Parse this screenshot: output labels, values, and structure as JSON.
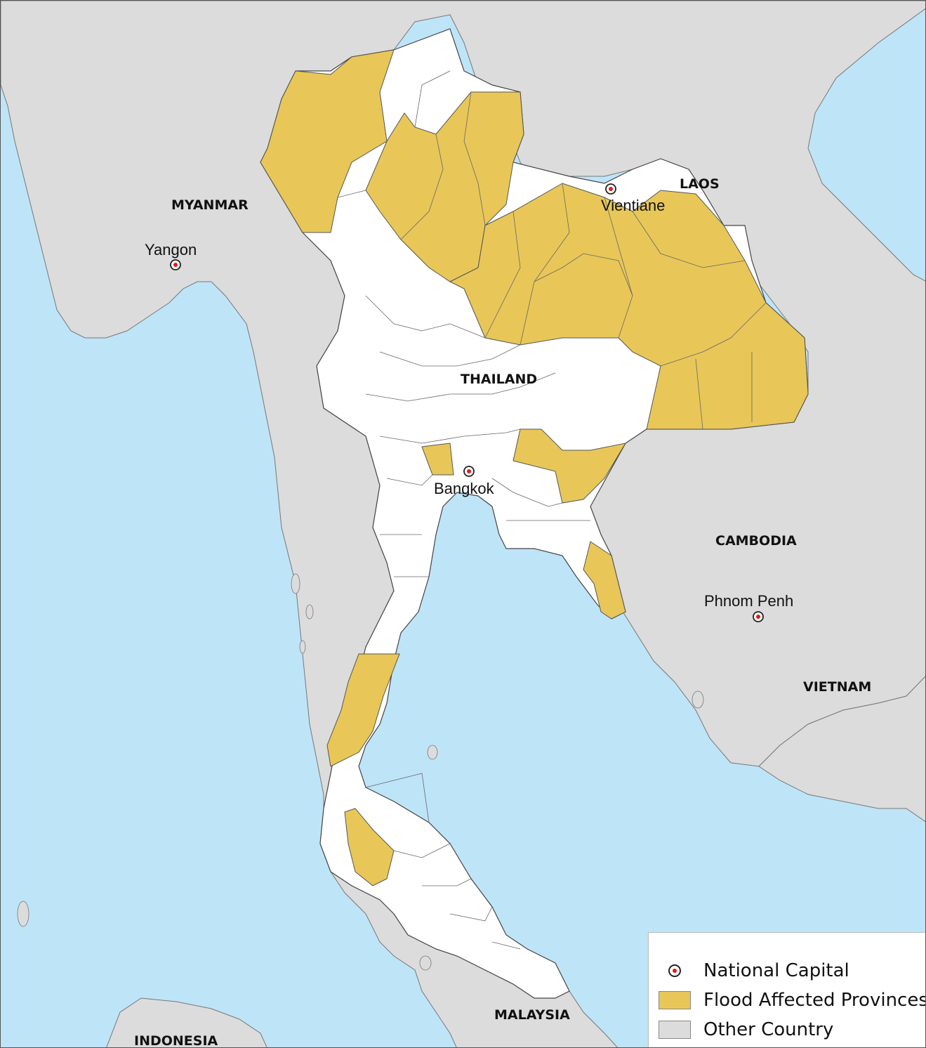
{
  "map": {
    "colors": {
      "sea": "#bee4f8",
      "other_country": "#dcdcdc",
      "thailand": "#ffffff",
      "flood": "#e8c758",
      "border": "#444444",
      "capital_dot": "#e01b1b"
    },
    "countries": [
      {
        "id": "myanmar",
        "label": "MYANMAR"
      },
      {
        "id": "laos",
        "label": "LAOS"
      },
      {
        "id": "thailand",
        "label": "THAILAND"
      },
      {
        "id": "cambodia",
        "label": "CAMBODIA"
      },
      {
        "id": "vietnam",
        "label": "VIETNAM"
      },
      {
        "id": "malaysia",
        "label": "MALAYSIA"
      },
      {
        "id": "indonesia",
        "label": "INDONESIA"
      }
    ],
    "capitals": [
      {
        "id": "yangon",
        "label": "Yangon"
      },
      {
        "id": "vientiane",
        "label": "Vientiane"
      },
      {
        "id": "bangkok",
        "label": "Bangkok"
      },
      {
        "id": "phnom-penh",
        "label": "Phnom Penh"
      }
    ]
  },
  "legend": {
    "items": [
      {
        "label": "National Capital",
        "symbol": "capital-icon",
        "color": "#e01b1b"
      },
      {
        "label": "Flood Affected Provinces",
        "symbol": "swatch",
        "color": "#e8c758"
      },
      {
        "label": "Other Country",
        "symbol": "swatch",
        "color": "#dcdcdc"
      }
    ]
  }
}
